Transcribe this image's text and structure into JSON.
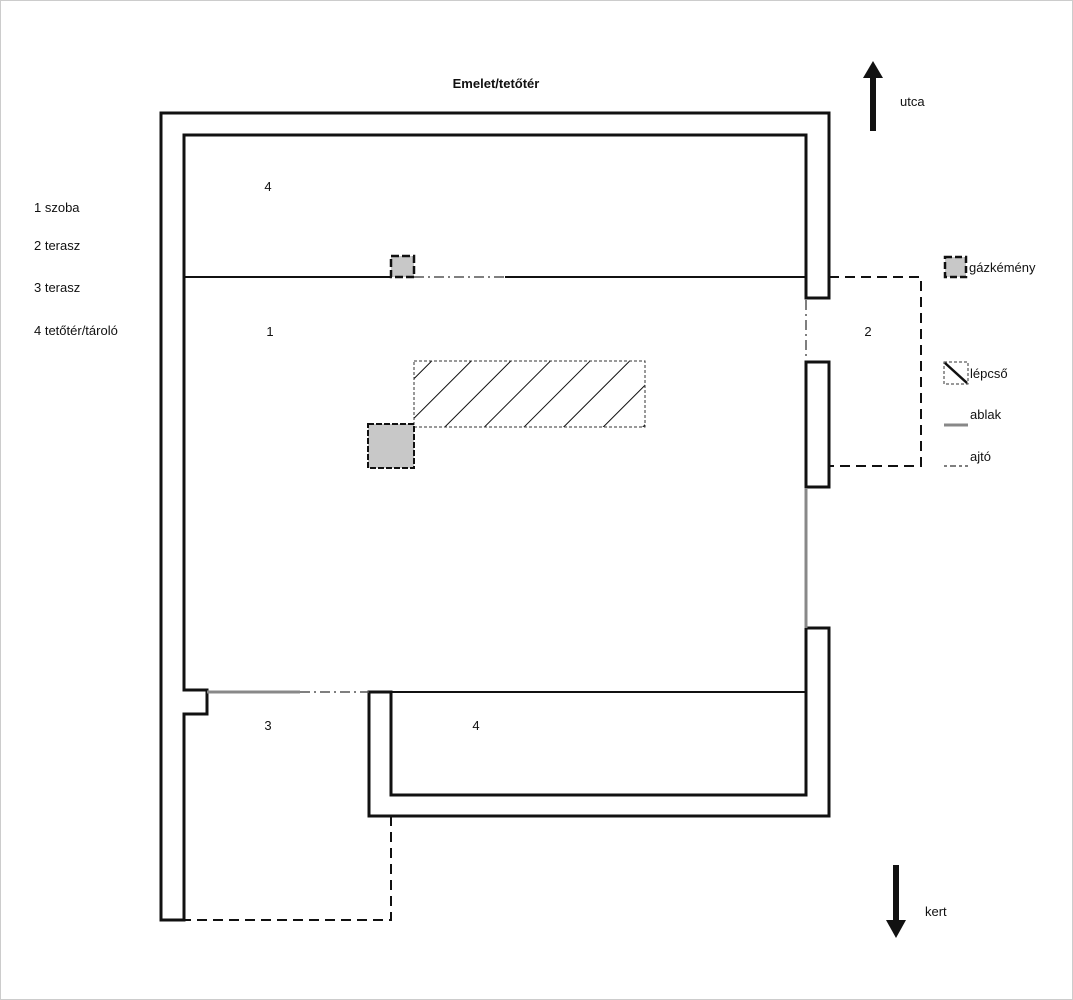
{
  "title": "Emelet/tetőtér",
  "rooms_legend": [
    "1 szoba",
    "2 terasz",
    "3 terasz",
    "4 tetőtér/tároló"
  ],
  "room_labels": {
    "r4_top": "4",
    "r1": "1",
    "r2": "2",
    "r3": "3",
    "r4_bottom": "4"
  },
  "symbols_legend": {
    "chimney": "gázkémény",
    "stairs": "lépcső",
    "window": "ablak",
    "door": "ajtó"
  },
  "directions": {
    "north": "utca",
    "south": "kert"
  },
  "colors": {
    "wall": "#111111",
    "window": "#888888",
    "chimney_fill": "#c8c8c8"
  }
}
